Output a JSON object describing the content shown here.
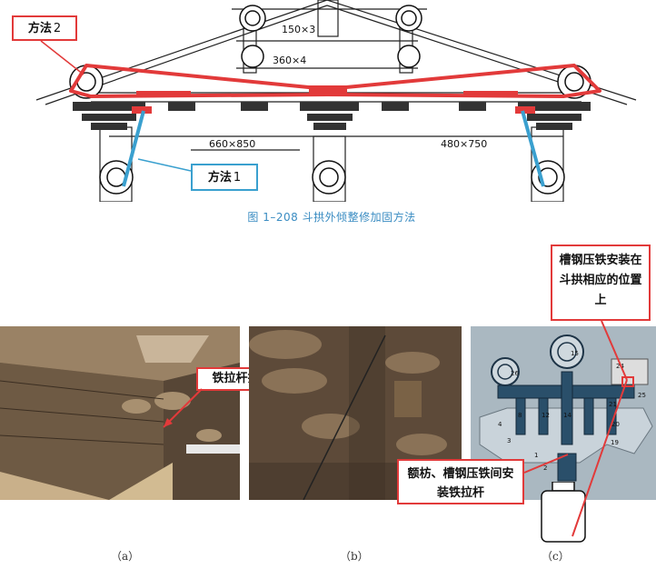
{
  "top_figure": {
    "dimensions": [
      "150×3",
      "360×4",
      "660×850",
      "480×750"
    ],
    "method2_label": "方法",
    "method2_num": "2",
    "method1_label": "方法",
    "method1_num": "1",
    "caption": "图 1–208   斗拱外倾整修加固方法"
  },
  "bottom_figure": {
    "callout_a": "铁拉杆拉结",
    "callout_c_top": "槽钢压铁安装在斗拱相应的位置上",
    "callout_c_bottom": "额枋、槽钢压铁间安装铁拉杆",
    "labels": [
      "（a）",
      "（b）",
      "（c）"
    ],
    "diagram_numbers": [
      "15",
      "24",
      "25",
      "26",
      "21",
      "20",
      "19",
      "14",
      "12",
      "8",
      "4",
      "3",
      "1",
      "2"
    ]
  },
  "colors": {
    "red": "#e23a3a",
    "blue": "#3aa0cf",
    "caption": "#3a8cc2"
  }
}
